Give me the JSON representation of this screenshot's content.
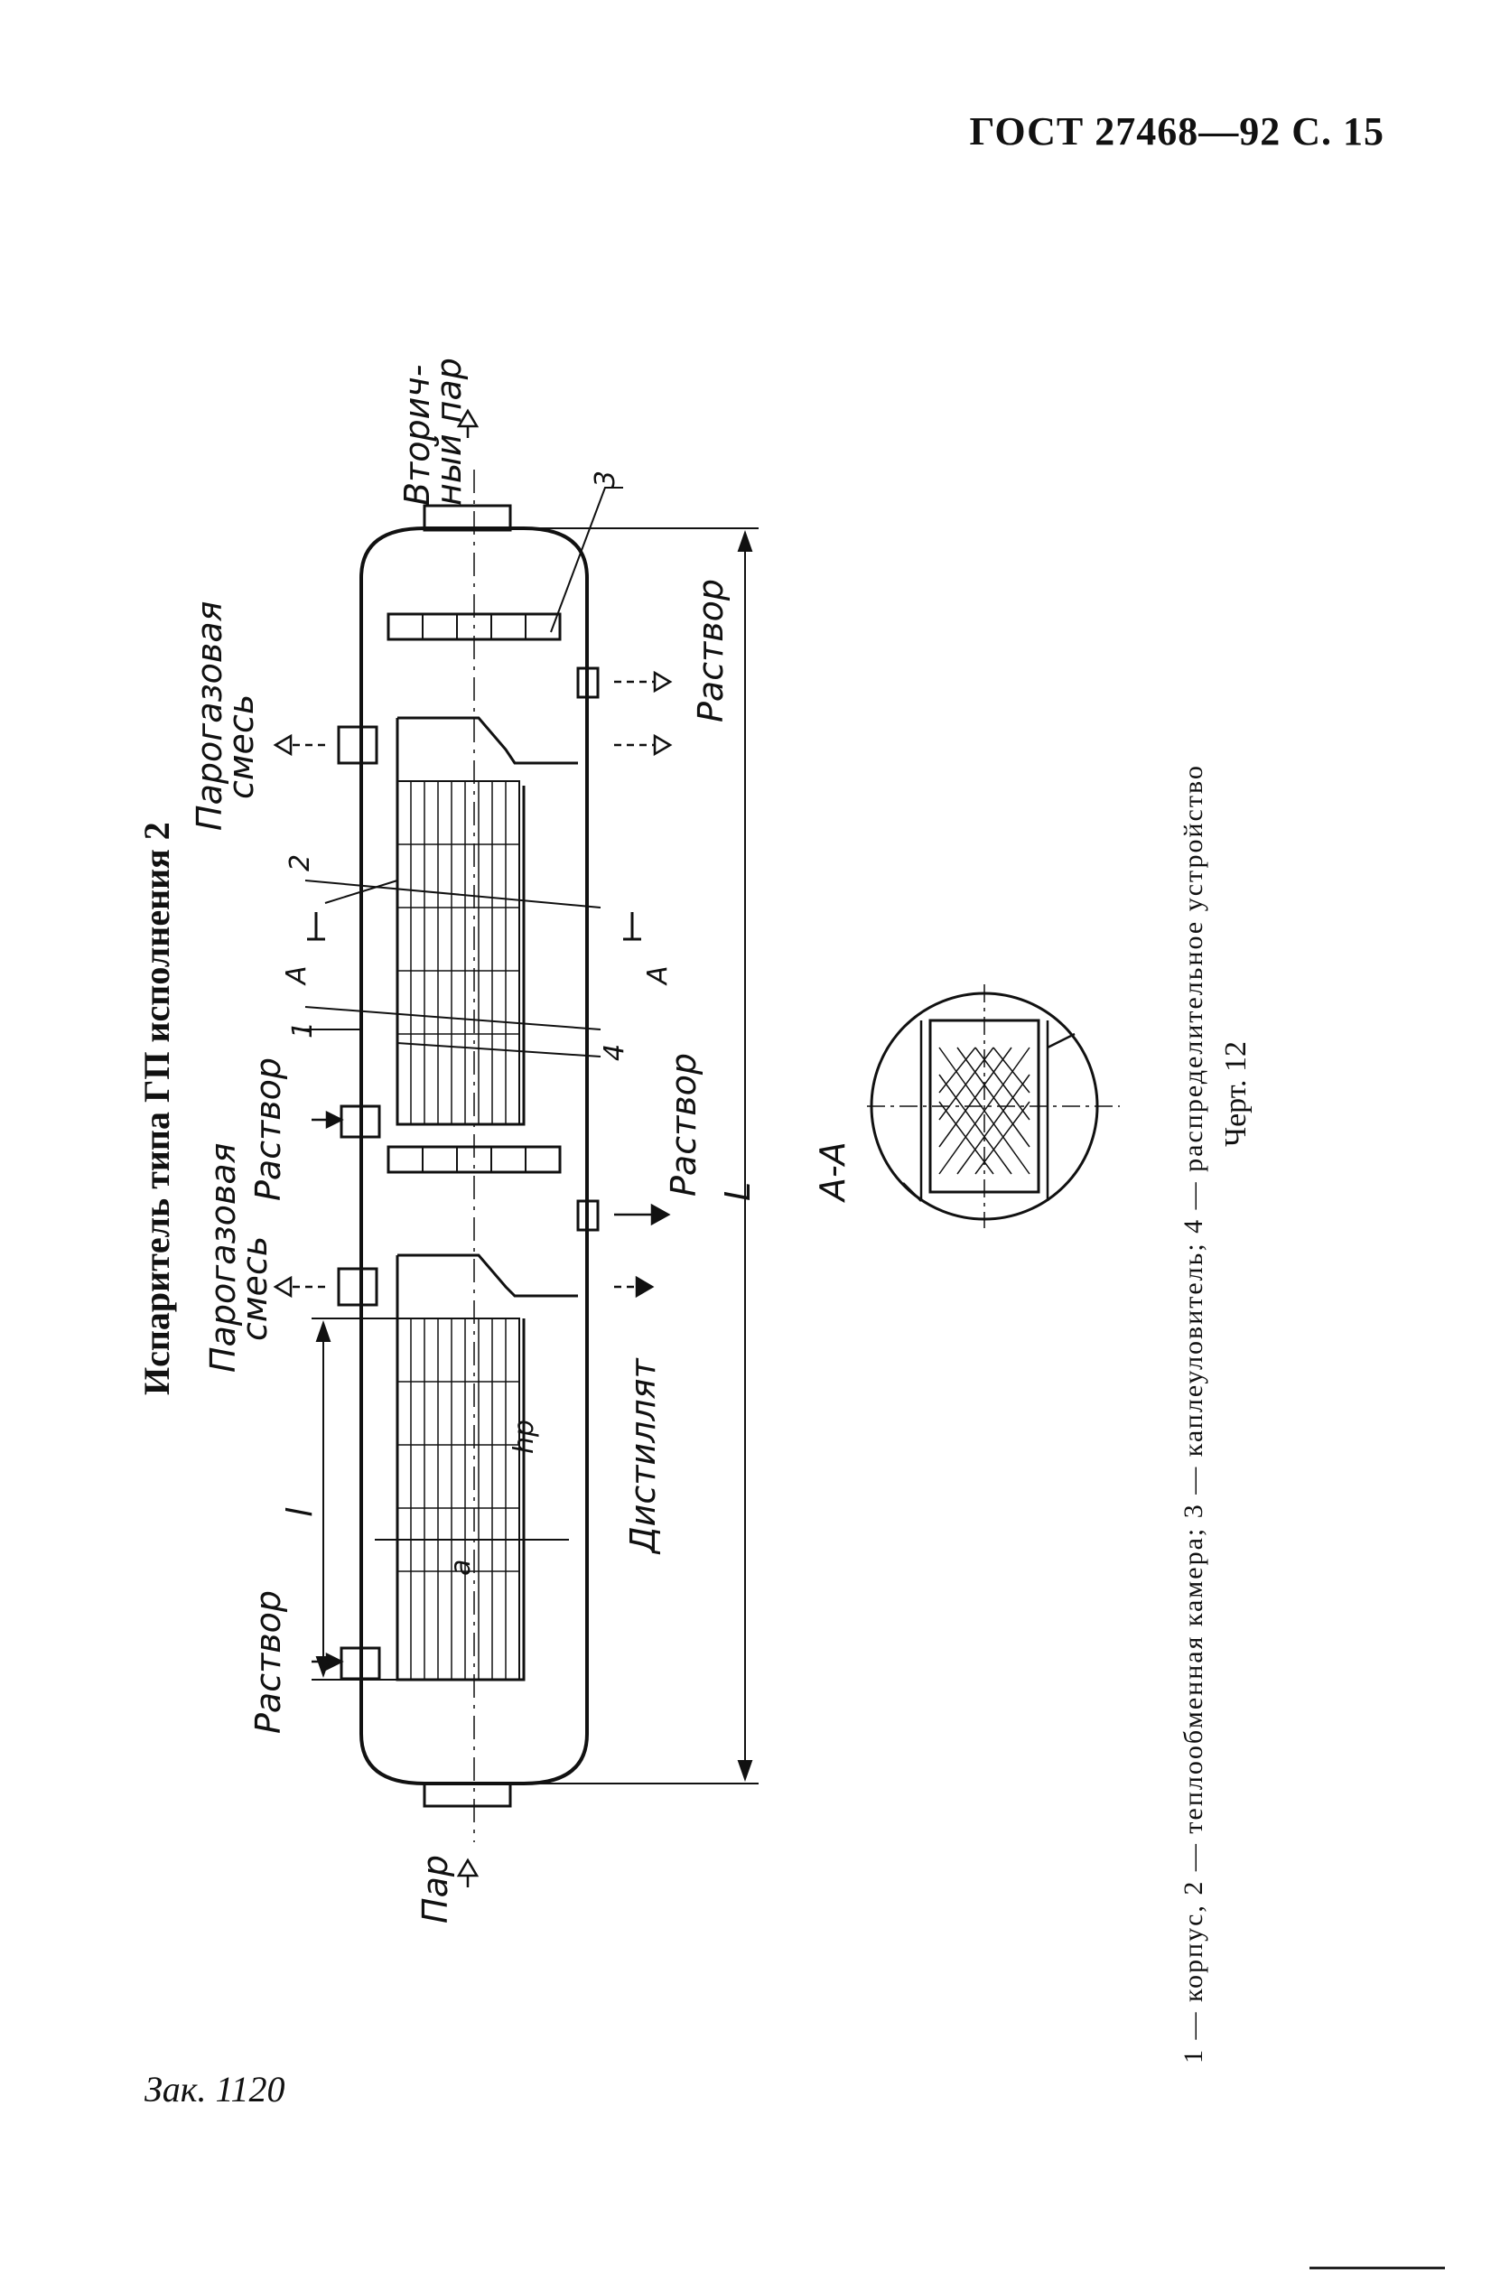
{
  "header": {
    "text": "ГОСТ 27468—92 С. 15"
  },
  "title": {
    "text": "Испаритель типа ГП исполнения 2"
  },
  "diagram_labels": {
    "vtorichny": "Вторич-ный пар",
    "vtorichny_1": "Вторич-",
    "vtorichny_2": "ный пар",
    "paro_top_1": "Парогазовая",
    "paro_top_2": "смесь",
    "paro_mid_1": "Парогазовая",
    "paro_mid_2": "смесь",
    "rastvor_top": "Раствор",
    "rastvor_mid": "Раствор",
    "rastvor_left": "Раствор",
    "rastvor_right_top": "Раствор",
    "rastvor_right_mid": "Раствор",
    "distillyat": "Дистиллят",
    "par": "Пар",
    "section": "А-А",
    "mark_a": "А",
    "big_l": "L",
    "small_l": "l",
    "hp": "hр",
    "a_dim": "а",
    "n1": "1",
    "n2": "2",
    "n3": "3",
    "n4": "4"
  },
  "caption": {
    "text": "1 — корпус, 2 — теплообменная камера; 3 — каплеуловитель; 4 — распределительное устройство"
  },
  "figure": {
    "label": "Черт. 12"
  },
  "footer": {
    "text": "Зак. 1120"
  }
}
